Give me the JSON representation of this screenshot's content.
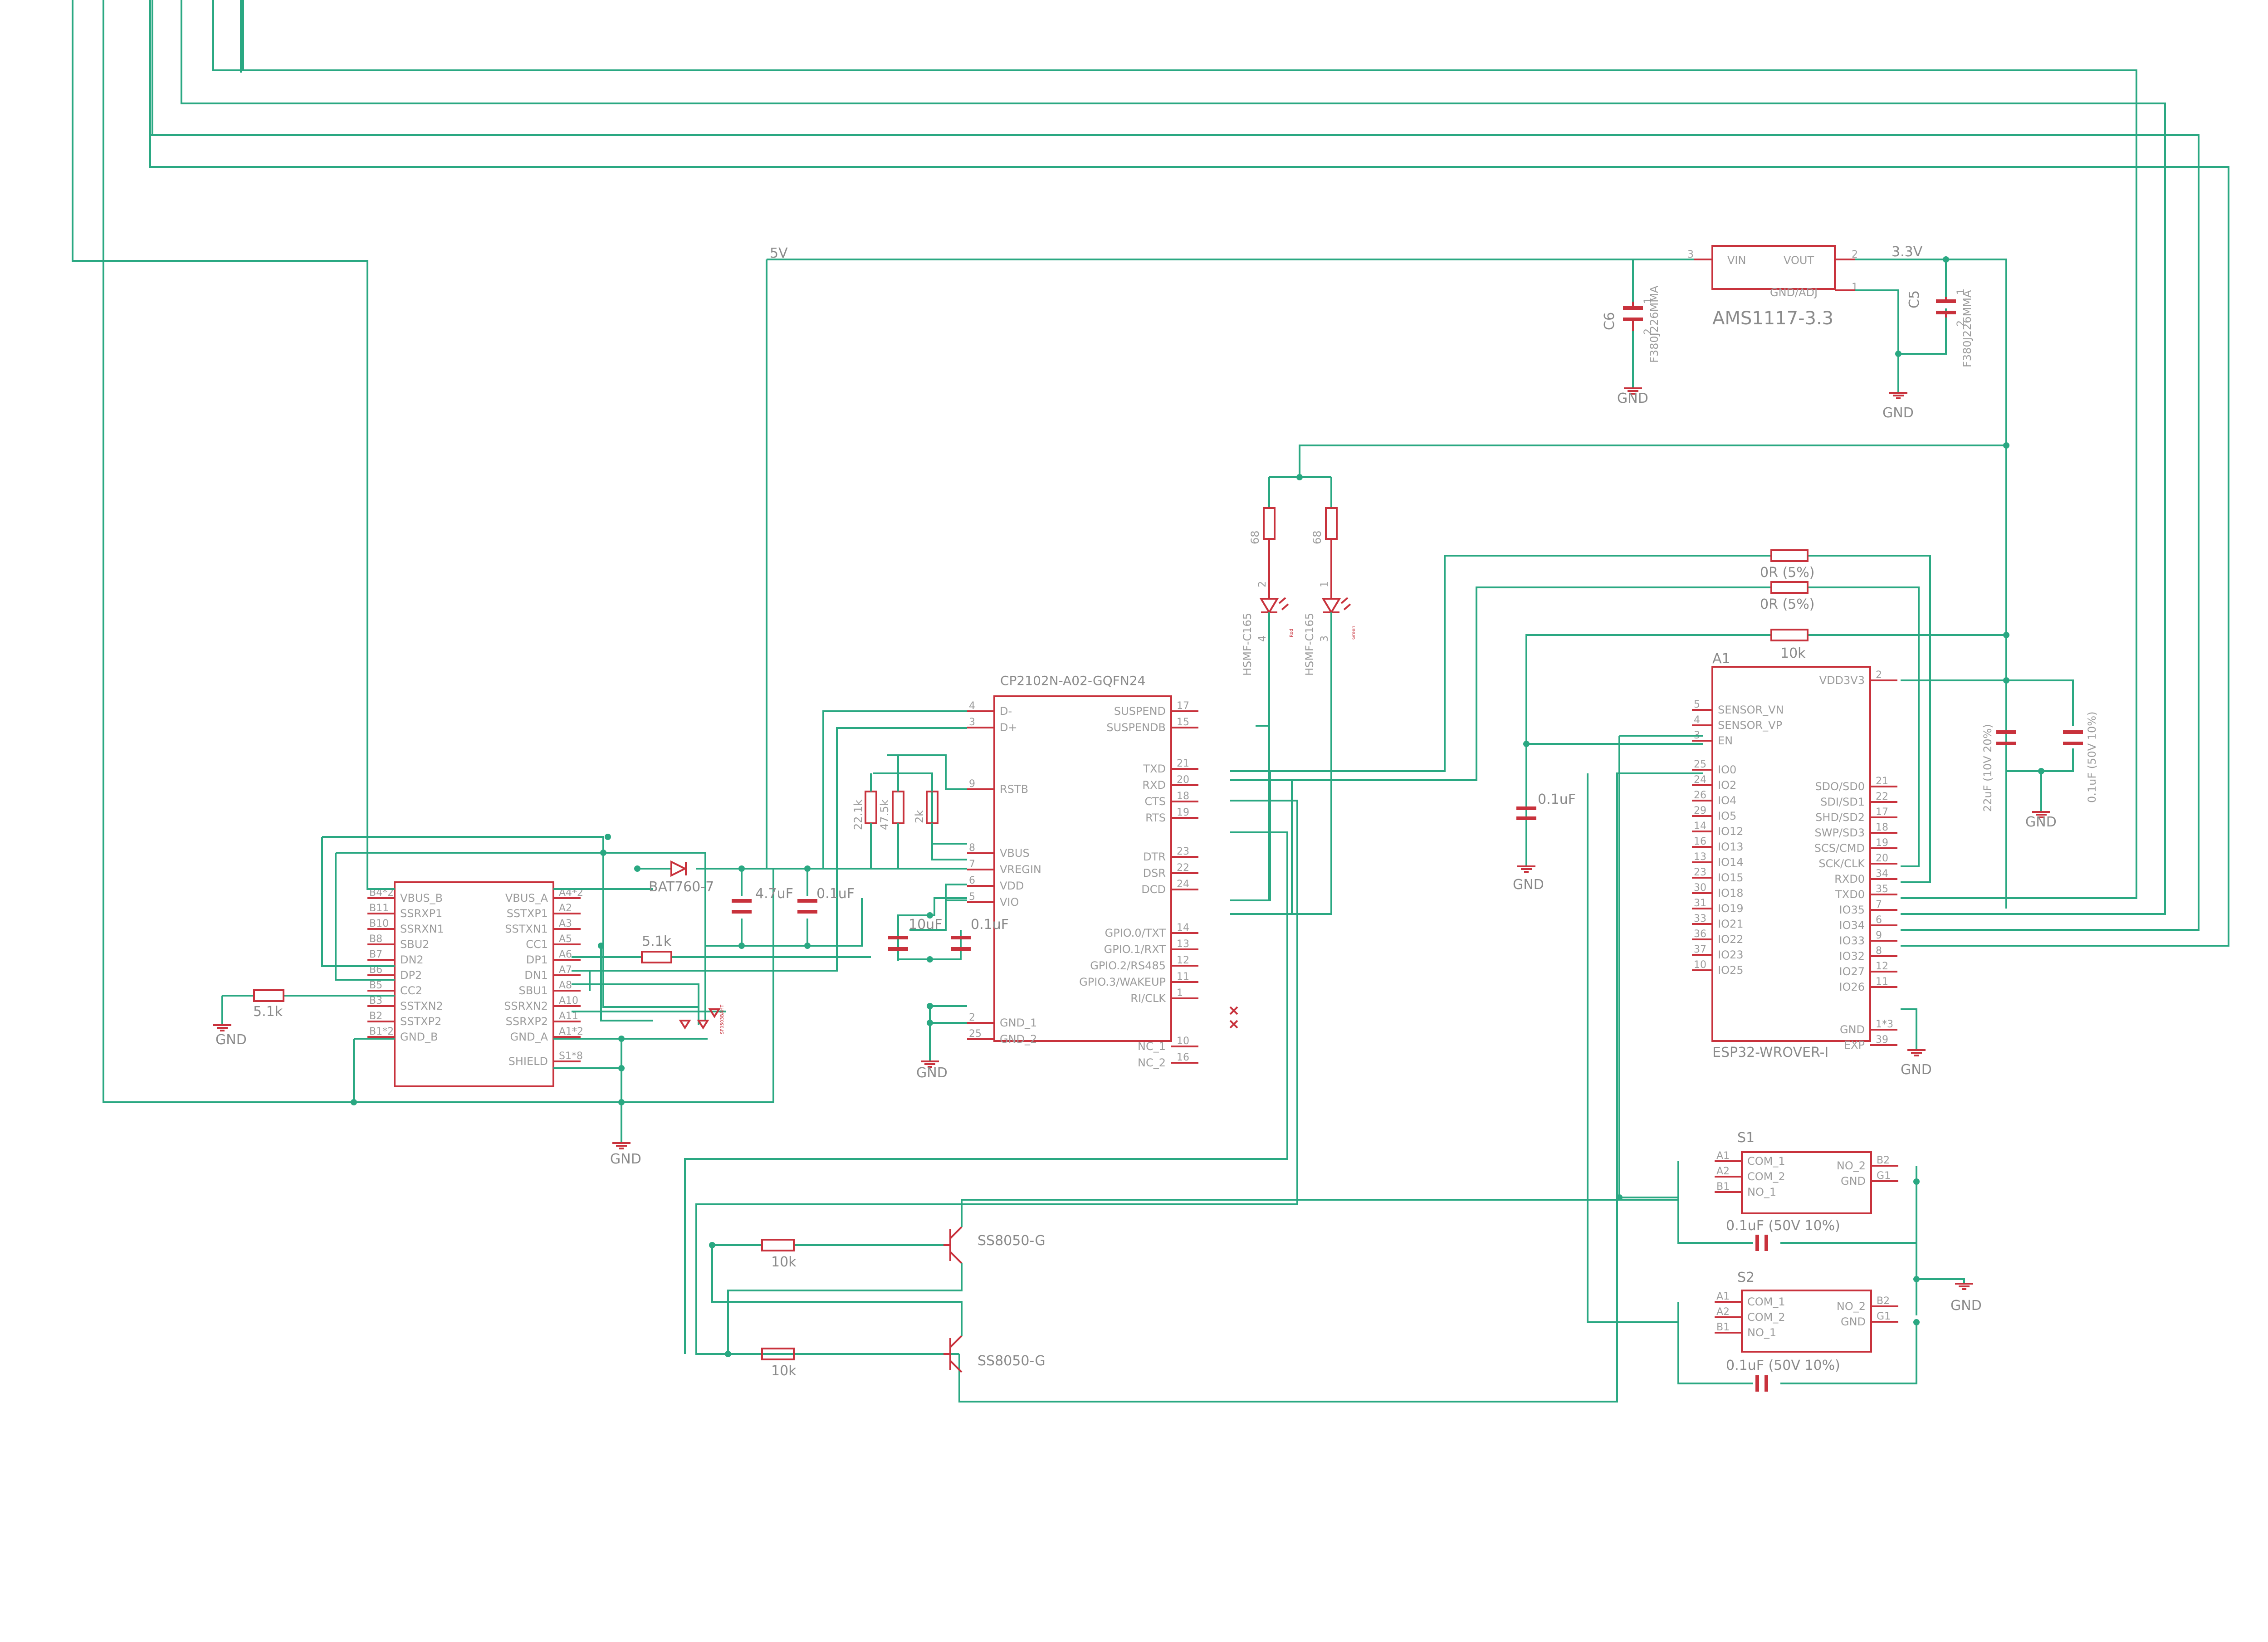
{
  "nets": {
    "v5": "5V",
    "v33": "3.3V",
    "gnd": "GND"
  },
  "cp": {
    "title": "CP2102N-A02-GQFN24",
    "left": [
      {
        "num": "4",
        "name": "D-"
      },
      {
        "num": "3",
        "name": "D+"
      },
      {
        "num": "9",
        "name": "RSTB"
      },
      {
        "num": "8",
        "name": "VBUS"
      },
      {
        "num": "7",
        "name": "VREGIN"
      },
      {
        "num": "6",
        "name": "VDD"
      },
      {
        "num": "5",
        "name": "VIO"
      },
      {
        "num": "2",
        "name": "GND_1"
      },
      {
        "num": "25",
        "name": "GND_2"
      }
    ],
    "right": [
      {
        "num": "17",
        "name": "SUSPEND"
      },
      {
        "num": "15",
        "name": "SUSPENDB"
      },
      {
        "num": "21",
        "name": "TXD"
      },
      {
        "num": "20",
        "name": "RXD"
      },
      {
        "num": "18",
        "name": "CTS"
      },
      {
        "num": "19",
        "name": "RTS"
      },
      {
        "num": "23",
        "name": "DTR"
      },
      {
        "num": "22",
        "name": "DSR"
      },
      {
        "num": "24",
        "name": "DCD"
      },
      {
        "num": "14",
        "name": "GPIO.0/TXT"
      },
      {
        "num": "13",
        "name": "GPIO.1/RXT"
      },
      {
        "num": "12",
        "name": "GPIO.2/RS485"
      },
      {
        "num": "11",
        "name": "GPIO.3/WAKEUP"
      },
      {
        "num": "1",
        "name": "RI/CLK"
      },
      {
        "num": "10",
        "name": "NC_1"
      },
      {
        "num": "16",
        "name": "NC_2"
      }
    ]
  },
  "usb": {
    "left": [
      {
        "num": "B4*2",
        "name": "VBUS_B"
      },
      {
        "num": "B11",
        "name": "SSRXP1"
      },
      {
        "num": "B10",
        "name": "SSRXN1"
      },
      {
        "num": "B8",
        "name": "SBU2"
      },
      {
        "num": "B7",
        "name": "DN2"
      },
      {
        "num": "B6",
        "name": "DP2"
      },
      {
        "num": "B5",
        "name": "CC2"
      },
      {
        "num": "B3",
        "name": "SSTXN2"
      },
      {
        "num": "B2",
        "name": "SSTXP2"
      },
      {
        "num": "B1*2",
        "name": "GND_B"
      }
    ],
    "right": [
      {
        "num": "A4*2",
        "name": "VBUS_A"
      },
      {
        "num": "A2",
        "name": "SSTXP1"
      },
      {
        "num": "A3",
        "name": "SSTXN1"
      },
      {
        "num": "A5",
        "name": "CC1"
      },
      {
        "num": "A6",
        "name": "DP1"
      },
      {
        "num": "A7",
        "name": "DN1"
      },
      {
        "num": "A8",
        "name": "SBU1"
      },
      {
        "num": "A10",
        "name": "SSRXN2"
      },
      {
        "num": "A11",
        "name": "SSRXP2"
      },
      {
        "num": "A1*2",
        "name": "GND_A"
      },
      {
        "num": "S1*8",
        "name": "SHIELD"
      }
    ]
  },
  "esp": {
    "ref": "A1",
    "name": "ESP32-WROVER-I",
    "left": [
      {
        "num": "5",
        "name": "SENSOR_VN"
      },
      {
        "num": "4",
        "name": "SENSOR_VP"
      },
      {
        "num": "3",
        "name": "EN"
      },
      {
        "num": "25",
        "name": "IO0"
      },
      {
        "num": "24",
        "name": "IO2"
      },
      {
        "num": "26",
        "name": "IO4"
      },
      {
        "num": "29",
        "name": "IO5"
      },
      {
        "num": "14",
        "name": "IO12"
      },
      {
        "num": "16",
        "name": "IO13"
      },
      {
        "num": "13",
        "name": "IO14"
      },
      {
        "num": "23",
        "name": "IO15"
      },
      {
        "num": "30",
        "name": "IO18"
      },
      {
        "num": "31",
        "name": "IO19"
      },
      {
        "num": "33",
        "name": "IO21"
      },
      {
        "num": "36",
        "name": "IO22"
      },
      {
        "num": "37",
        "name": "IO23"
      },
      {
        "num": "10",
        "name": "IO25"
      }
    ],
    "right": [
      {
        "num": "2",
        "name": "VDD3V3"
      },
      {
        "num": "21",
        "name": "SDO/SD0"
      },
      {
        "num": "22",
        "name": "SDI/SD1"
      },
      {
        "num": "17",
        "name": "SHD/SD2"
      },
      {
        "num": "18",
        "name": "SWP/SD3"
      },
      {
        "num": "19",
        "name": "SCS/CMD"
      },
      {
        "num": "20",
        "name": "SCK/CLK"
      },
      {
        "num": "34",
        "name": "RXD0"
      },
      {
        "num": "35",
        "name": "TXD0"
      },
      {
        "num": "7",
        "name": "IO35"
      },
      {
        "num": "6",
        "name": "IO34"
      },
      {
        "num": "9",
        "name": "IO33"
      },
      {
        "num": "8",
        "name": "IO32"
      },
      {
        "num": "12",
        "name": "IO27"
      },
      {
        "num": "11",
        "name": "IO26"
      },
      {
        "num": "1*3",
        "name": "GND"
      },
      {
        "num": "39",
        "name": "EXP"
      }
    ]
  },
  "reg": {
    "name": "AMS1117-3.3",
    "vin": "VIN",
    "vout": "VOUT",
    "adj": "GND/ADJ",
    "p_in": "3",
    "p_out": "2",
    "p_adj": "1"
  },
  "switch": {
    "s1": "S1",
    "s2": "S2",
    "left": [
      {
        "num": "A1",
        "name": "COM_1"
      },
      {
        "num": "A2",
        "name": "COM_2"
      },
      {
        "num": "B1",
        "name": "NO_1"
      }
    ],
    "right": [
      {
        "num": "B2",
        "name": "NO_2"
      },
      {
        "num": "G1",
        "name": "GND"
      }
    ]
  },
  "parts": {
    "c6": "C6",
    "c5": "C5",
    "f380": "F380J226MMA",
    "cap_pin1": "1",
    "cap_pin2": "2",
    "bat760": "BAT760-7",
    "c_4u7": "4.7uF",
    "c_0u1": "0.1uF",
    "c_10u": "10uF",
    "r_22k1": "22.1k",
    "r_47k5": "47.5k",
    "r_2k": "2k",
    "r_5k1": "5.1k",
    "r_68": "68",
    "led": "HSMF-C165",
    "led_p2": "2",
    "led_p4": "4",
    "led_p1": "1",
    "led_p3": "3",
    "led_red": "Red",
    "led_green": "Green",
    "r_0r": "0R (5%)",
    "r_10k": "10k",
    "c_22u": "22uF (10V  20%)",
    "c_0u1_50v": "0.1uF (50V  10%)",
    "c_0u1_sw": "0.1uF (50V 10%)",
    "q": "SS8050-G",
    "esd": "SP0503BAHT"
  }
}
